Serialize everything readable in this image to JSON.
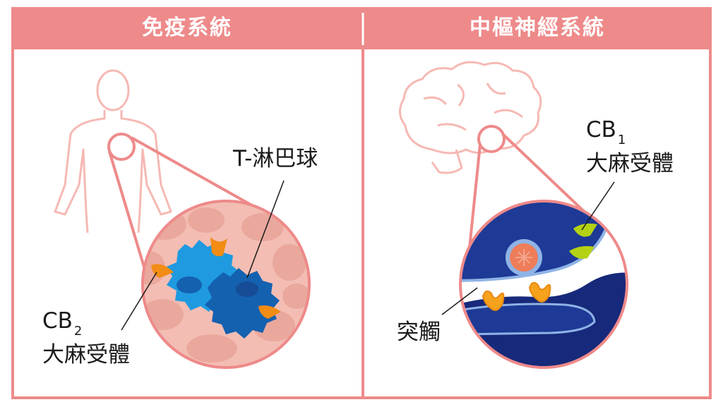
{
  "panels": {
    "left_title": "免疫系統",
    "right_title": "中樞神經系統"
  },
  "labels": {
    "t_cell": "T-淋巴球",
    "cb2_name": "CB",
    "cb2_sub": "2",
    "cb2_receptor": "大麻受體",
    "cb1_name": "CB",
    "cb1_sub": "1",
    "cb1_receptor": "大麻受體",
    "synapse": "突觸"
  },
  "colors": {
    "frame": "#ee8a8a",
    "outline": "#f6b9b4",
    "tissue": "#f3bdb3",
    "tissue_spot": "#eaa89d",
    "cell_light": "#1f9ae0",
    "cell_dark": "#1461b0",
    "receptor_orange": "#f28c14",
    "neuron_dark": "#17297a",
    "neuron_mid": "#1e3a96",
    "membrane": "#8fb3e6",
    "receptor_green": "#b4d213",
    "synapse_orange": "#f7a21c"
  },
  "icons": [
    "human-body-icon",
    "brain-icon",
    "magnifier-circle-icon"
  ]
}
